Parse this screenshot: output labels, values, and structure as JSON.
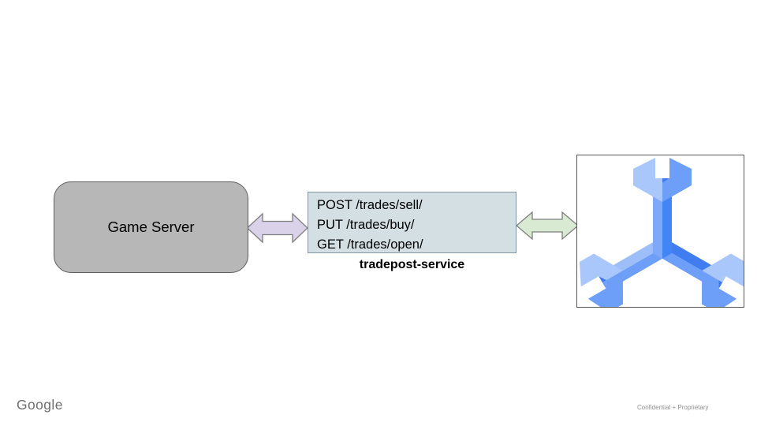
{
  "slide": {
    "background": "#ffffff",
    "brand": "Google",
    "footer_note": "Confidential + Proprietary"
  },
  "diagram": {
    "game_server": {
      "label": "Game Server",
      "fill": "#b7b7b7",
      "border": "#5f5f5f"
    },
    "service_endpoints": {
      "lines": [
        "POST /trades/sell/",
        "PUT /trades/buy/",
        "GET /trades/open/"
      ],
      "fill": "#d3dfe3",
      "border": "#8696a0"
    },
    "service_name": "tradepost-service",
    "arrow_left": {
      "direction": "bidirectional",
      "fill": "#d9d2e9",
      "border": "#7e7e7e"
    },
    "arrow_right": {
      "direction": "bidirectional",
      "fill": "#d9ead3",
      "border": "#7e7e7e"
    },
    "icon_box": {
      "icon": "container-engine-tri-wrench",
      "fill": "#ffffff",
      "border": "#595959",
      "icon_colors": {
        "light": "#a9c7fb",
        "soft_light": "#9dbef9",
        "medium": "#6d9ef8",
        "shaft_light": "#7fa9f8",
        "primary_blue": "#4285f4",
        "deep_blue": "#3d7bef"
      }
    }
  }
}
